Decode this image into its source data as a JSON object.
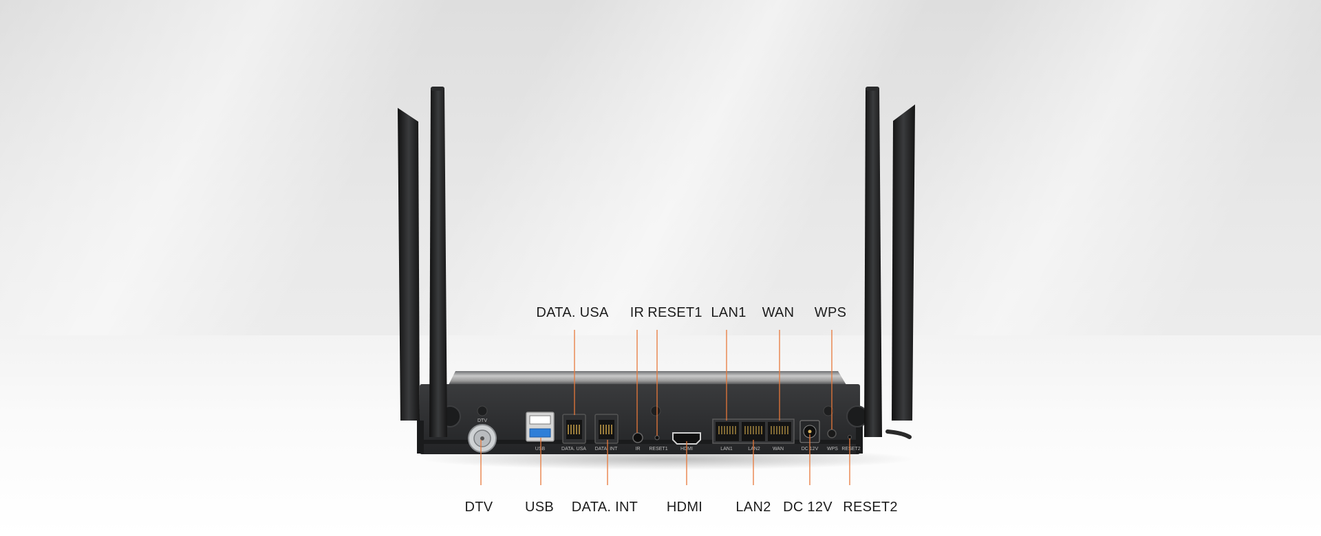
{
  "top_labels": {
    "data_usa": "DATA. USA",
    "ir": "IR",
    "reset1": "RESET1",
    "lan1": "LAN1",
    "wan": "WAN",
    "wps": "WPS"
  },
  "bottom_labels": {
    "dtv": "DTV",
    "usb": "USB",
    "data_int": "DATA. INT",
    "hdmi": "HDMI",
    "lan2": "LAN2",
    "dc12v": "DC 12V",
    "reset2": "RESET2"
  },
  "panel_print": {
    "dtv": "DTV",
    "usb": "USB",
    "data_usa": "DATA. USA",
    "data_int": "DATA. INT",
    "ir": "IR",
    "reset1": "RESET1",
    "hdmi": "HDMI",
    "lan1": "LAN1",
    "lan2": "LAN2",
    "wan": "WAN",
    "dc12v": "DC 12V",
    "wps": "WPS",
    "reset2": "RESET2"
  },
  "colors": {
    "callout_line": "#e8783a",
    "router_body": "#2b2c2e",
    "router_top": "#9a9a9a",
    "antenna": "#1e1f20",
    "usb_blue": "#2f7fd8"
  }
}
